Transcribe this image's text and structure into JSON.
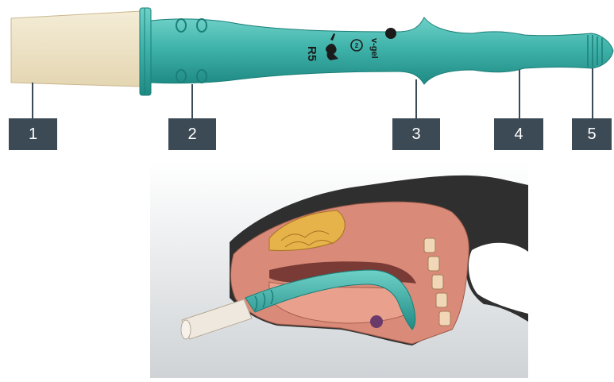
{
  "callouts": [
    "1",
    "2",
    "3",
    "4",
    "5"
  ],
  "device_marks": {
    "brand": "v-gel",
    "size": "R5"
  },
  "colors": {
    "tube": "#3fb3aa",
    "tube_dark": "#1f8f88",
    "connector": "#efe4c8",
    "callout_box": "#3c4a55"
  },
  "icons": [
    "rabbit-icon",
    "single-use-icon"
  ]
}
